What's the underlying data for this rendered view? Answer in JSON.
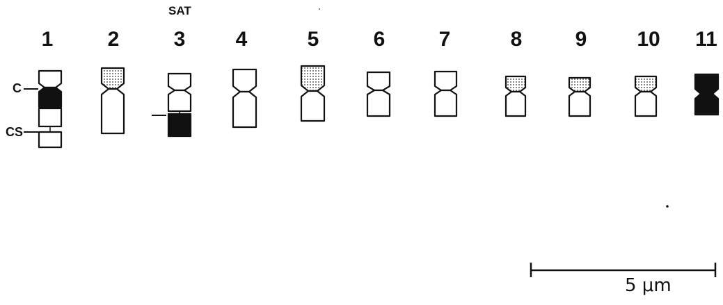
{
  "chromosome_numbers": [
    "1",
    "2",
    "3",
    "4",
    "5",
    "6",
    "7",
    "8",
    "9",
    "10",
    "11"
  ],
  "labels": {
    "sat": "SAT",
    "centromere": "C",
    "constriction": "CS"
  },
  "scale_bar": {
    "label": "5 μm"
  },
  "colors": {
    "ink": "#111111",
    "background": "#ffffff"
  }
}
